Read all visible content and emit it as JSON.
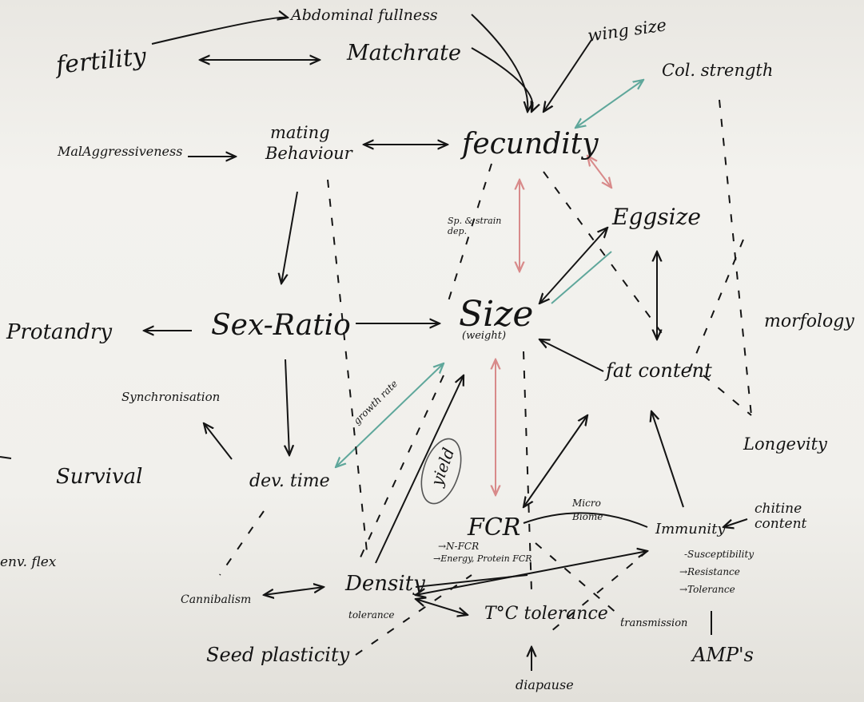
{
  "colors": {
    "ink": "#141414",
    "red": "#d88a8a",
    "teal": "#5fa79b"
  },
  "nodes": {
    "abdominal_fullness": "Abdominal fullness",
    "fertility": "fertility",
    "matchrate": "Matchrate",
    "wing_size": "wing size",
    "col_strength": "Col. strength",
    "male_aggressiveness": "MalAggressiveness",
    "mating_behaviour_1": "mating",
    "mating_behaviour_2": "Behaviour",
    "fecundity": "fecundity",
    "eggsize": "Eggsize",
    "sp_dep": "Sp. & strain dep.",
    "morfology": "morfology",
    "protandry": "Protandry",
    "sex_ratio": "Sex-Ratio",
    "size": "Size",
    "weight": "(weight)",
    "fat_content": "fat content",
    "synchronisation": "Synchronisation",
    "survival": "Survival",
    "dev_time": "dev. time",
    "growth_rate": "growth rate",
    "yield": "yield",
    "longevity": "Longevity",
    "micro_biome": "Micro Biome",
    "fcr": "FCR",
    "immunity": "Immunity",
    "chitine_content": "chitine content",
    "n_fcr": "→N-FCR",
    "energy_fcr": "→Energy, Protein FCR",
    "susceptibility": "-Susceptibility",
    "resistance": "→Resistance",
    "tolerance_imm": "→Tolerance",
    "env_flex": "env. flex",
    "cannibalism": "Cannibalism",
    "density_1": "Density",
    "density_2": "tolerance",
    "t_tolerance": "T°C tolerance",
    "transmission": "transmission",
    "amps": "AMP's",
    "seed_plasticity": "Seed plasticity",
    "diapause": "diapause"
  }
}
